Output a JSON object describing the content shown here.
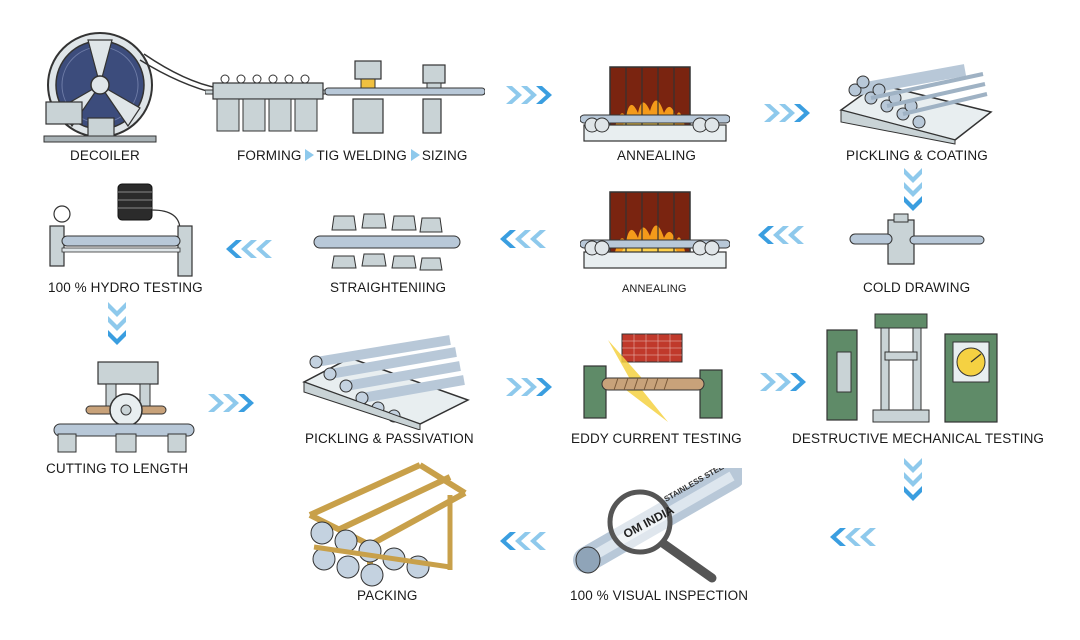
{
  "process": {
    "stages": [
      {
        "id": "decoiler",
        "label": "DECOILER"
      },
      {
        "id": "forming",
        "label_parts": [
          "FORMING",
          "TIG WELDING",
          "SIZING"
        ]
      },
      {
        "id": "annealing-1",
        "label": "ANNEALING"
      },
      {
        "id": "pickling-coating",
        "label": "PICKLING & COATING"
      },
      {
        "id": "cold-drawing",
        "label": "COLD DRAWING"
      },
      {
        "id": "annealing-2",
        "label": "ANNEALING"
      },
      {
        "id": "straightening",
        "label": "STRAIGHTENIING"
      },
      {
        "id": "hydro-testing",
        "label": "100 % HYDRO TESTING"
      },
      {
        "id": "cutting",
        "label": "CUTTING TO LENGTH"
      },
      {
        "id": "pickling-passivation",
        "label": "PICKLING & PASSIVATION"
      },
      {
        "id": "eddy-current",
        "label": "EDDY CURRENT TESTING"
      },
      {
        "id": "destructive",
        "label": "DESTRUCTIVE MECHANICAL TESTING"
      },
      {
        "id": "visual-inspection",
        "label": "100 % VISUAL INSPECTION"
      },
      {
        "id": "packing",
        "label": "PACKING"
      }
    ],
    "flow_arrows": [
      {
        "from": "forming",
        "to": "annealing-1",
        "direction": "right"
      },
      {
        "from": "annealing-1",
        "to": "pickling-coating",
        "direction": "right"
      },
      {
        "from": "pickling-coating",
        "to": "cold-drawing",
        "direction": "down"
      },
      {
        "from": "cold-drawing",
        "to": "annealing-2",
        "direction": "left"
      },
      {
        "from": "annealing-2",
        "to": "straightening",
        "direction": "left"
      },
      {
        "from": "straightening",
        "to": "hydro-testing",
        "direction": "left"
      },
      {
        "from": "hydro-testing",
        "to": "cutting",
        "direction": "down"
      },
      {
        "from": "cutting",
        "to": "pickling-passivation",
        "direction": "right"
      },
      {
        "from": "pickling-passivation",
        "to": "eddy-current",
        "direction": "right"
      },
      {
        "from": "eddy-current",
        "to": "destructive",
        "direction": "right"
      },
      {
        "from": "destructive",
        "to": "visual-inspection",
        "direction": "down"
      },
      {
        "from": "destructive",
        "to": "visual-inspection",
        "direction": "left"
      },
      {
        "from": "visual-inspection",
        "to": "packing",
        "direction": "left"
      }
    ],
    "magnifier_text": {
      "brand": "OM INDIA",
      "tube_print": "STAINLESS STEEL"
    },
    "colors": {
      "arrow": "#8ec9ec",
      "arrow_dark": "#3a9ee0",
      "machine": "#c9d3d6",
      "machine_dark": "#5f6b70",
      "pipe": "#b8c8d8",
      "fire": "#f49a1a",
      "furnace": "#7a2410",
      "wheel": "#3c4c7c",
      "eddy_panel": "#c0392b"
    }
  }
}
